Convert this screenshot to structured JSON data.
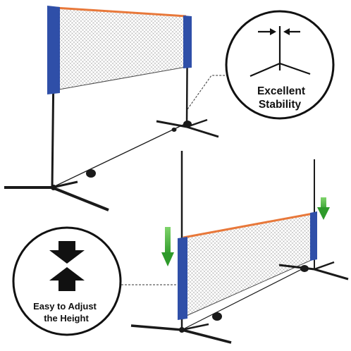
{
  "callouts": {
    "stability": {
      "line1": "Excellent",
      "line2": "Stability",
      "icon": "tripod-base-icon"
    },
    "height": {
      "line1": "Easy to Adjust",
      "line2": "the Height",
      "icon": "up-down-arrows-icon"
    }
  },
  "colors": {
    "net_mesh": "#8a8a8a",
    "net_top_band": "#e8783a",
    "side_banner": "#2f4fa8",
    "pole": "#1a1a1a",
    "arrow_green": "#3aa535",
    "circle_border": "#111111"
  }
}
